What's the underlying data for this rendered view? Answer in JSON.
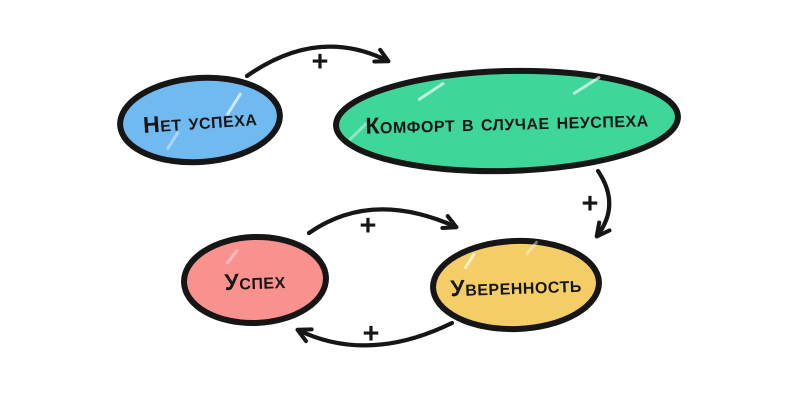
{
  "diagram": {
    "type": "causal-loop-diagram",
    "background": "#ffffff",
    "stroke_color": "#161616",
    "nodes": [
      {
        "id": "no-success",
        "label": "Нет успеха",
        "fill": "#70BAF1"
      },
      {
        "id": "comfort-in-failure",
        "label": "Комфорт в случае неуспеха",
        "fill": "#3FD69A"
      },
      {
        "id": "success",
        "label": "Успех",
        "fill": "#F9918E"
      },
      {
        "id": "confidence",
        "label": "Уверенность",
        "fill": "#F5CD66"
      }
    ],
    "edges": [
      {
        "from": "no-success",
        "to": "comfort-in-failure",
        "sign": "+"
      },
      {
        "from": "comfort-in-failure",
        "to": "confidence",
        "sign": "+"
      },
      {
        "from": "success",
        "to": "confidence",
        "sign": "+"
      },
      {
        "from": "confidence",
        "to": "success",
        "sign": "+"
      }
    ]
  }
}
